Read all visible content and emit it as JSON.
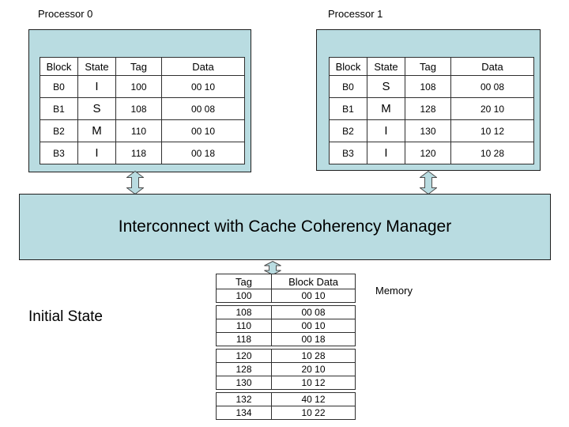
{
  "colors": {
    "panel_fill": "#b9dce1",
    "panel_border": "#1f1f1f",
    "table_border": "#2f2f2f",
    "text": "#000000"
  },
  "cache_table_headers": {
    "block": "Block",
    "state": "State",
    "tag": "Tag",
    "data": "Data"
  },
  "processor0": {
    "title": "Processor 0",
    "rows": [
      {
        "block": "B0",
        "state": "I",
        "tag": "100",
        "data": "00 10"
      },
      {
        "block": "B1",
        "state": "S",
        "tag": "108",
        "data": "00 08"
      },
      {
        "block": "B2",
        "state": "M",
        "tag": "110",
        "data": "00 10"
      },
      {
        "block": "B3",
        "state": "I",
        "tag": "118",
        "data": "00 18"
      }
    ]
  },
  "processor1": {
    "title": "Processor 1",
    "rows": [
      {
        "block": "B0",
        "state": "S",
        "tag": "108",
        "data": "00 08"
      },
      {
        "block": "B1",
        "state": "M",
        "tag": "128",
        "data": "20 10"
      },
      {
        "block": "B2",
        "state": "I",
        "tag": "130",
        "data": "10 12"
      },
      {
        "block": "B3",
        "state": "I",
        "tag": "120",
        "data": "10 28"
      }
    ]
  },
  "interconnect": {
    "label": "Interconnect with Cache Coherency Manager"
  },
  "memory": {
    "label": "Memory",
    "headers": {
      "tag": "Tag",
      "data": "Block Data"
    },
    "rows": [
      {
        "tag": "100",
        "data": "00 10"
      },
      {
        "tag": "108",
        "data": "00 08"
      },
      {
        "tag": "110",
        "data": "00 10"
      },
      {
        "tag": "118",
        "data": "00 18"
      },
      {
        "tag": "120",
        "data": "10 28"
      },
      {
        "tag": "128",
        "data": "20 10"
      },
      {
        "tag": "130",
        "data": "10 12"
      },
      {
        "tag": "132",
        "data": "40 12"
      },
      {
        "tag": "134",
        "data": "10 22"
      }
    ]
  },
  "caption": "Initial State"
}
